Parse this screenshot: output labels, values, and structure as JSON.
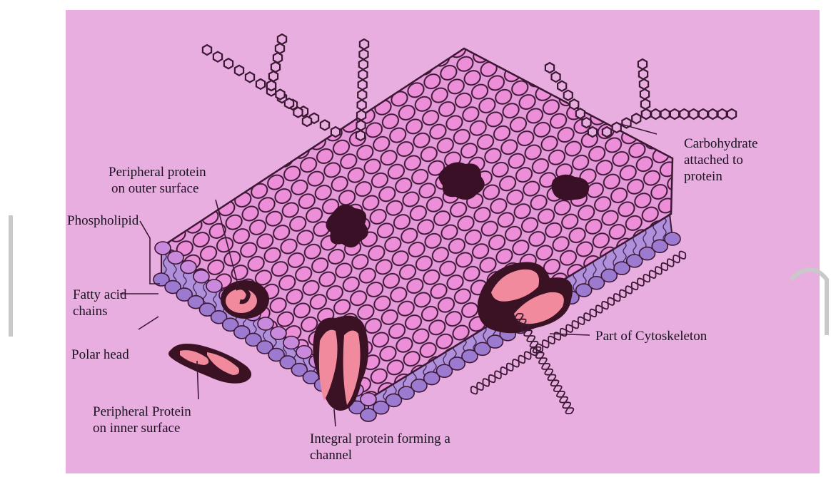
{
  "colors": {
    "page_background": "#ffffff",
    "panel_background": "#e9aee0",
    "membrane_surface": "#e498d8",
    "hydrophobic_core": "#a888d6",
    "polar_head": "#9c7ad0",
    "protein_fill": "#f08a9c",
    "protein_dark": "#3a1224",
    "outline": "#3c1834",
    "watermark": "#c9c9c9"
  },
  "labels": {
    "carbohydrate": [
      "Carbohydrate",
      "attached to",
      "protein"
    ],
    "peripheral_outer": [
      "Peripheral protein",
      "on outer surface"
    ],
    "phospholipid": "Phospholipid",
    "fatty_acid": [
      "Fatty acid",
      "chains"
    ],
    "polar_head": "Polar head",
    "peripheral_inner": [
      "Peripheral Protein",
      "on inner surface"
    ],
    "integral_channel": [
      "Integral protein forming a",
      "channel"
    ],
    "cytoskeleton": "Part of Cytoskeleton"
  },
  "icons": {
    "membrane": "lipid-bilayer-icon",
    "carbohydrate_chain": "carbohydrate-chain-icon",
    "protein": "protein-icon"
  }
}
